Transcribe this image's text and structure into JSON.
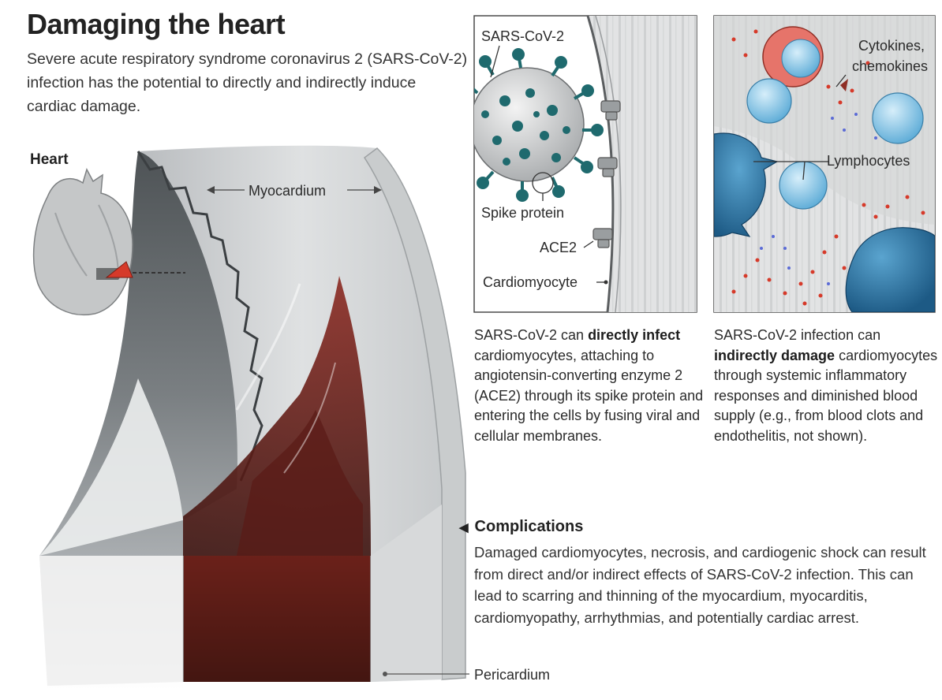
{
  "header": {
    "title": "Damaging the heart",
    "subtitle": "Severe acute respiratory syndrome coronavirus 2 (SARS-CoV-2) infection has the potential to directly and indirectly induce cardiac damage."
  },
  "heart_panel": {
    "heart_label": "Heart",
    "myocardium_label": "Myocardium",
    "pericardium_label": "Pericardium"
  },
  "direct_panel": {
    "virus_label": "SARS-CoV-2",
    "spike_label": "Spike protein",
    "ace2_label": "ACE2",
    "cardiomyocyte_label": "Cardiomyocyte",
    "desc_prefix": "SARS-CoV-2 can ",
    "desc_bold": "directly infect",
    "desc_suffix": " cardiomyocytes, attaching to angiotensin-converting enzyme 2 (ACE2) through its spike protein and entering the cells by fusing viral and cellular membranes."
  },
  "indirect_panel": {
    "cytokines_label_1": "Cytokines,",
    "cytokines_label_2": "chemokines",
    "lymphocytes_label": "Lymphocytes",
    "desc_prefix": "SARS-CoV-2 infection can ",
    "desc_bold": "indirectly damage",
    "desc_suffix": " cardiomyocytes through systemic inflammatory responses and diminished blood supply (e.g., from blood clots and endothelitis, not shown)."
  },
  "complications": {
    "marker": "◀",
    "title": "Complications",
    "text": "Damaged cardiomyocytes, necrosis, and cardiogenic shock can result from direct and/or indirect effects of SARS-CoV-2 infection. This can lead to scarring and thinning of the myocardium, myocarditis, cardiomyopathy, arrhythmias, and potentially cardiac arrest."
  },
  "colors": {
    "blood": "#6b1d18",
    "virus_teal": "#1f6a6e",
    "cell_blue": "#7cc3e6",
    "cytokine_red": "#d63a2a"
  }
}
